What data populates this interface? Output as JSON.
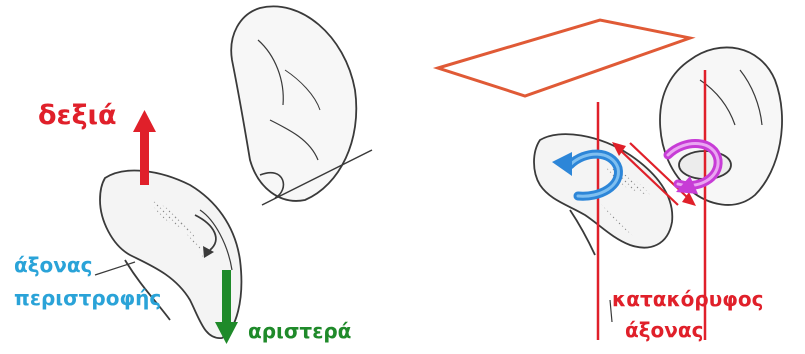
{
  "labels": {
    "right": "δεξιά",
    "rotation_axis_line1": "άξονας",
    "rotation_axis_line2": "περιστροφής",
    "left": "αριστερά",
    "vertical_axis_line1": "κατακόρυφος",
    "vertical_axis_line2": "άξονας"
  },
  "colors": {
    "red": "#e0202a",
    "blue_label": "#2aa3d8",
    "green": "#1f8a2a",
    "blue_arrow": "#2d86d8",
    "magenta_arrow": "#c73cd6",
    "plane_outline": "#e05a36",
    "bone_outline": "#3a3a3a",
    "bone_fill": "#f5f5f5"
  }
}
